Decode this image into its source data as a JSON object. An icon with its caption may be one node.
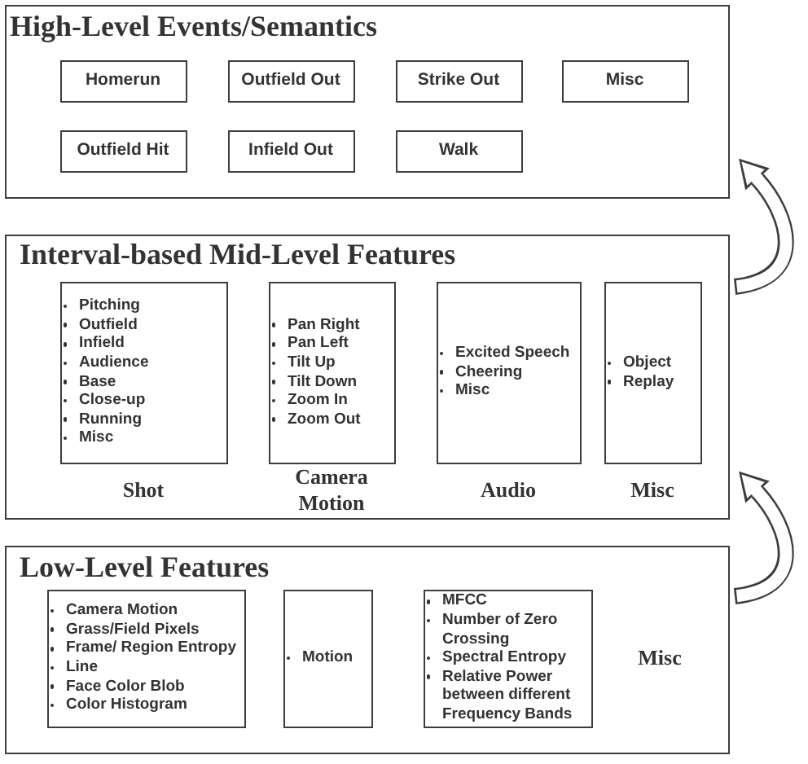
{
  "diagram": {
    "nodes": [
      {
        "text": [
          "High-Level Events/Semantics"
        ]
      },
      {
        "text": [
          "Homerun"
        ],
        "in": 0
      },
      {
        "text": [
          "Outfield Out"
        ],
        "in": 0
      },
      {
        "text": [
          "Strike Out"
        ],
        "in": 0
      },
      {
        "text": [
          "Misc"
        ],
        "in": 0
      },
      {
        "text": [
          "Outfield Hit"
        ],
        "in": 0
      },
      {
        "text": [
          "Infield Out"
        ],
        "in": 0
      },
      {
        "text": [
          "Walk"
        ],
        "in": 0
      },
      {
        "text": [
          "Interval-based Mid-Level Features"
        ]
      },
      {
        "text": [
          "Pitching",
          "Outfield",
          "Infield",
          "Audience",
          "Base",
          "Close-up",
          "Running",
          "Misc"
        ],
        "beside": [
          "Shot"
        ],
        "in": 8
      },
      {
        "text": [
          "Pan Right",
          "Pan Left",
          "Tilt Up",
          "Tilt Down",
          "Zoom In",
          "Zoom Out"
        ],
        "beside": [
          "Camera Motion"
        ],
        "in": 8
      },
      {
        "text": [
          "Excited Speech",
          "Cheering",
          "Misc"
        ],
        "beside": [
          "Audio"
        ],
        "in": 8
      },
      {
        "text": [
          "Object",
          "Replay"
        ],
        "beside": [
          "Misc"
        ],
        "in": 8
      },
      {
        "text": [
          "Low-Level Features"
        ]
      },
      {
        "text": [
          "Camera Motion",
          "Grass/Field Pixels",
          "Frame/ Region Entropy",
          "Line",
          "Face Color Blob",
          "Color Histogram"
        ],
        "in": 13
      },
      {
        "text": [
          "Motion"
        ],
        "in": 13
      },
      {
        "text": [
          "MFCC",
          "Number of Zero Crossing",
          "Spectral Entropy",
          "Relative Power between different Frequency Bands"
        ],
        "in": 13
      }
    ],
    "edges": [
      {
        "from": 8,
        "to": 0,
        "arrow": "to"
      },
      {
        "from": 13,
        "to": 8,
        "arrow": "to"
      }
    ],
    "labels": [
      "Misc"
    ]
  }
}
